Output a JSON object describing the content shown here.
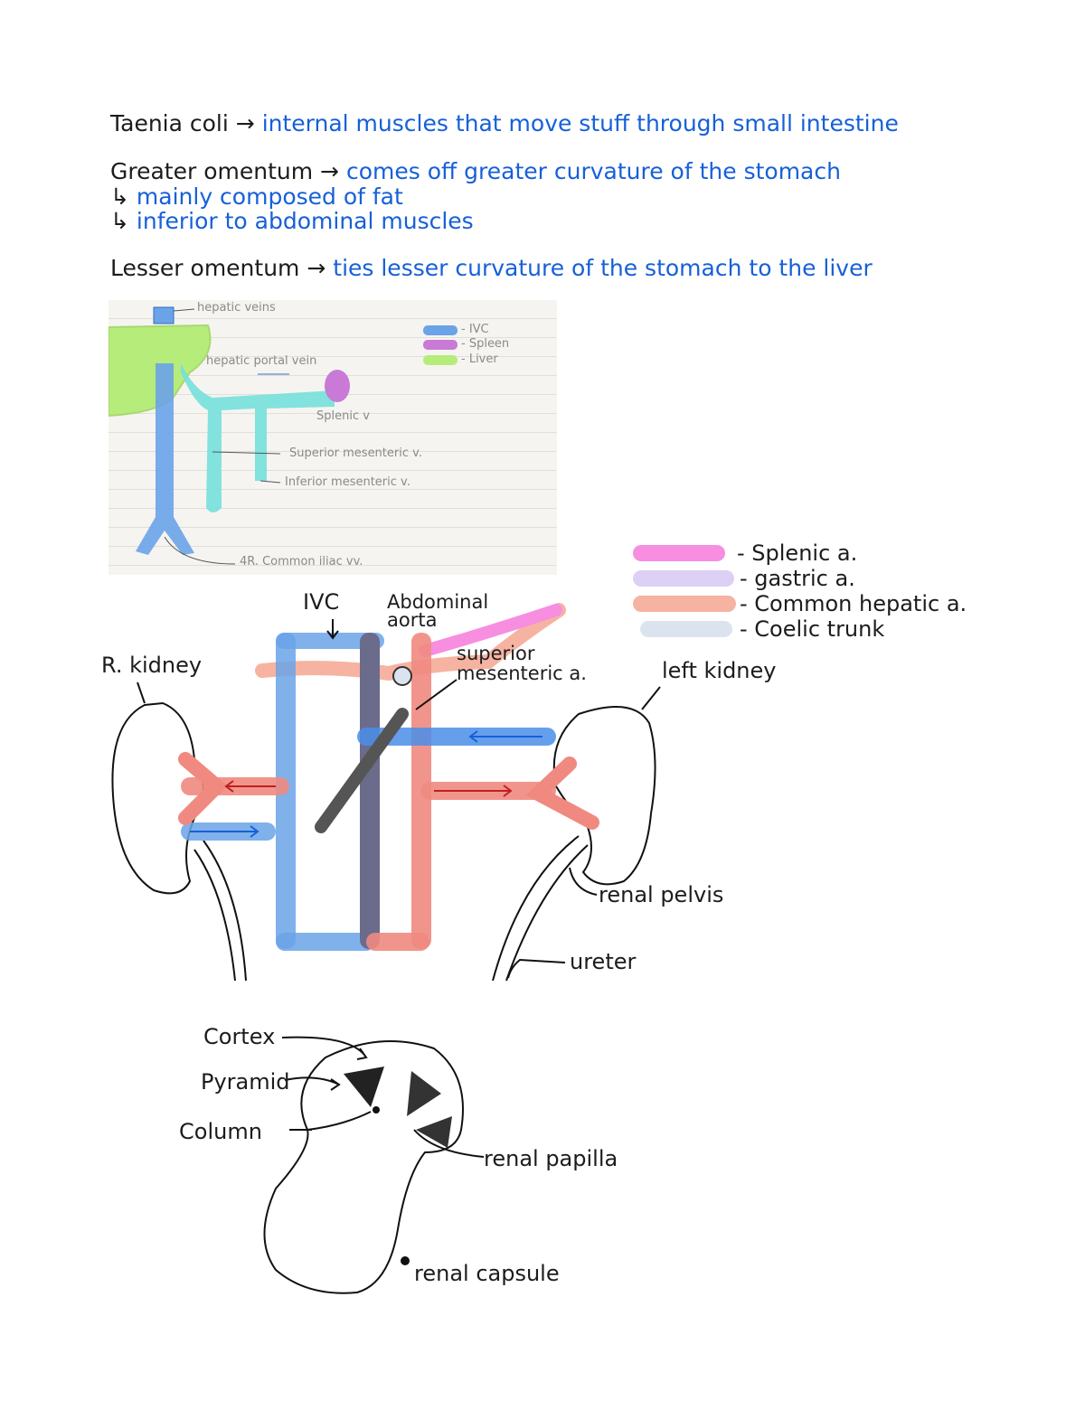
{
  "notes": {
    "line1": {
      "term": "Taenia coli",
      "arrow": "→",
      "def": "internal muscles that move stuff through small intestine"
    },
    "line2": {
      "term": "Greater omentum",
      "arrow": "→",
      "def": "comes off greater curvature of the stomach"
    },
    "line3": {
      "bullet": "↳",
      "text": "mainly composed of fat"
    },
    "line4": {
      "bullet": "↳",
      "text": "inferior to abdominal muscles"
    },
    "line5": {
      "term": "Lesser omentum",
      "arrow": "→",
      "def": "ties lesser curvature of the stomach to the liver"
    }
  },
  "portal_diagram": {
    "labels": {
      "hepatic_veins": "hepatic veins",
      "hepatic_portal_vein": "hepatic portal vein",
      "splenic_v": "Splenic v",
      "superior_mesenteric_v": "Superior mesenteric v.",
      "inferior_mesenteric_v": "Inferior mesenteric v.",
      "common_iliac": "4R. Common iliac vv."
    },
    "legend": [
      {
        "label": "- IVC",
        "color": "#6aa3e8"
      },
      {
        "label": "- Spleen",
        "color": "#c97ad6"
      },
      {
        "label": "- Liver",
        "color": "#b6ec7a"
      }
    ]
  },
  "renal_diagram": {
    "legend": [
      {
        "label": "- Splenic a.",
        "color": "#f78ee0"
      },
      {
        "label": "- gastric a.",
        "color": "#ddd0f5"
      },
      {
        "label": "- Common hepatic a.",
        "color": "#f6b3a2"
      },
      {
        "label": "- Coelic trunk",
        "color": "#dbe4ee"
      }
    ],
    "labels": {
      "ivc": "IVC",
      "abdominal_aorta": "Abdominal aorta",
      "r_kidney": "R. kidney",
      "superior_mesenteric": "superior mesenteric a.",
      "left_kidney": "left kidney",
      "renal_pelvis": "renal pelvis",
      "ureter": "ureter"
    }
  },
  "kidney_section": {
    "labels": {
      "cortex": "Cortex",
      "pyramid": "Pyramid",
      "column": "Column",
      "renal_papilla": "renal papilla",
      "renal_capsule": "renal capsule"
    }
  }
}
